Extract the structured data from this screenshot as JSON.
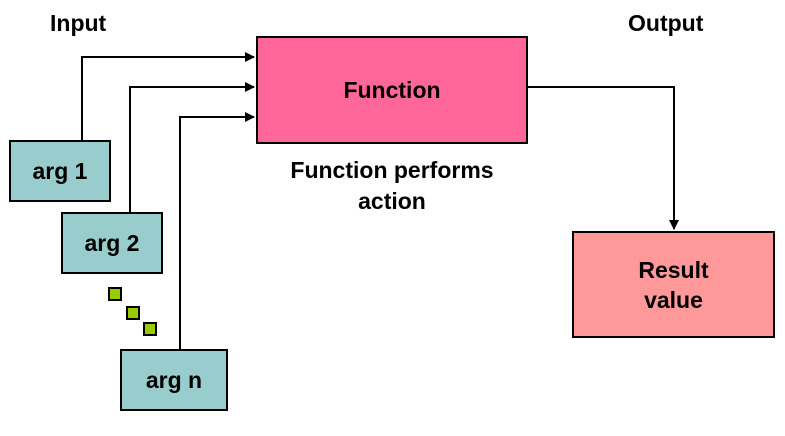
{
  "labels": {
    "input": "Input",
    "output": "Output"
  },
  "args": [
    "arg 1",
    "arg 2",
    "arg n"
  ],
  "function": {
    "label": "Function",
    "caption_line1": "Function performs",
    "caption_line2": "action"
  },
  "result": {
    "line1": "Result",
    "line2": "value"
  },
  "colors": {
    "arg_fill": "#99cccc",
    "function_fill": "#ff6699",
    "result_fill": "#ff9999",
    "ellipsis_dots": "#99cc00"
  }
}
